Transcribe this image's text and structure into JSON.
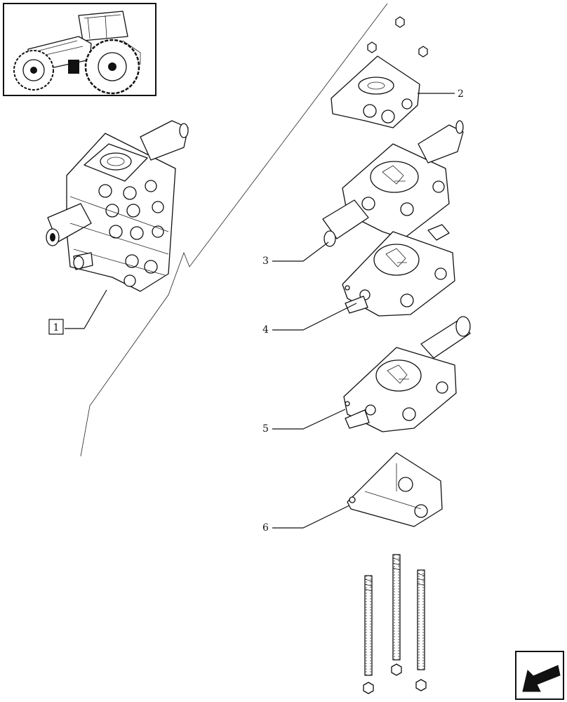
{
  "callouts": {
    "c1": "1",
    "c2": "2",
    "c3": "3",
    "c4": "4",
    "c5": "5",
    "c6": "6"
  },
  "nav": {
    "icon": "arrow-back-icon"
  }
}
